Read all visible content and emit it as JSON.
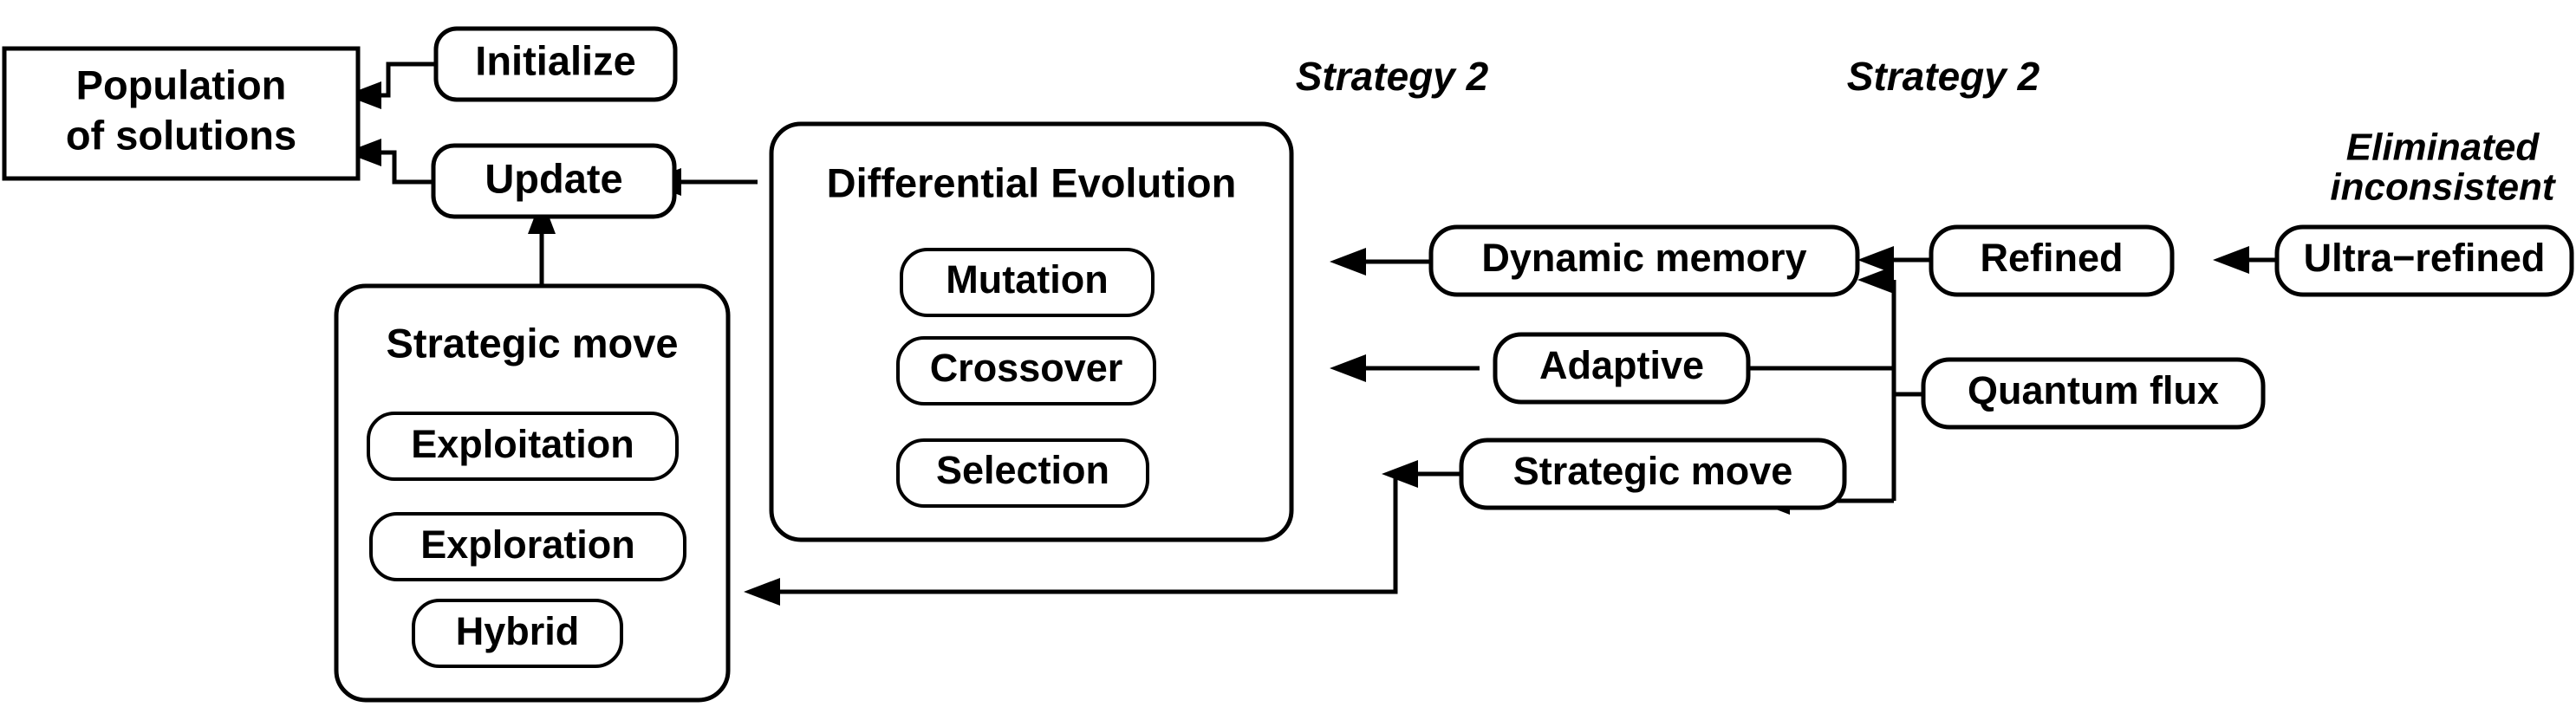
{
  "diagram": {
    "title": "Differential Evolution strategy flow diagram",
    "colors": {
      "stroke": "#000000",
      "fill": "#ffffff",
      "text": "#000000"
    },
    "nodes": {
      "population": {
        "label_line1": "Population",
        "label_line2": "of solutions",
        "shape": "rectangle"
      },
      "initialize": {
        "label": "Initialize",
        "shape": "pill"
      },
      "update": {
        "label": "Update",
        "shape": "pill"
      },
      "strategic_move_left": {
        "label": "Strategic move",
        "shape": "rounded-container"
      },
      "exploitation": {
        "label": "Exploitation",
        "shape": "pill"
      },
      "exploration": {
        "label": "Exploration",
        "shape": "pill"
      },
      "hybrid": {
        "label": "Hybrid",
        "shape": "pill"
      },
      "differential_evolution": {
        "label": "Differential Evolution",
        "shape": "rounded-container"
      },
      "mutation": {
        "label": "Mutation",
        "shape": "pill"
      },
      "crossover": {
        "label": "Crossover",
        "shape": "pill"
      },
      "selection": {
        "label": "Selection",
        "shape": "pill"
      },
      "dynamic_memory": {
        "label": "Dynamic memory",
        "shape": "pill"
      },
      "adaptive": {
        "label": "Adaptive",
        "shape": "pill"
      },
      "strategic_move_right": {
        "label": "Strategic move",
        "shape": "pill"
      },
      "refined": {
        "label": "Refined",
        "shape": "pill"
      },
      "quantum_flux": {
        "label": "Quantum flux",
        "shape": "pill"
      },
      "ultra_refined": {
        "label": "Ultra−refined",
        "shape": "pill"
      }
    },
    "annotations": {
      "strategy2_a": "Strategy 2",
      "strategy2_b": "Strategy 2",
      "eliminated_line1": "Eliminated",
      "eliminated_line2": "inconsistent"
    }
  }
}
